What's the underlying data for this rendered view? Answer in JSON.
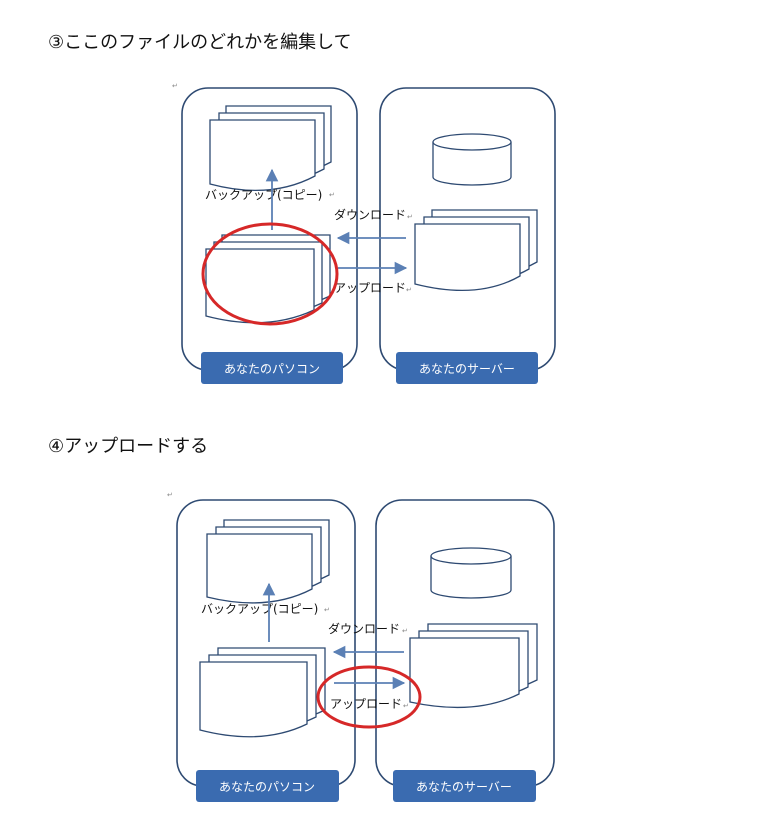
{
  "headings": {
    "step3": "③ここのファイルのどれかを編集して",
    "step4": "④アップロードする"
  },
  "diagram": {
    "pc_label": "あなたのパソコン",
    "server_label": "あなたのサーバー",
    "backup_label": "バックアップ(コピー)",
    "download_label": "ダウンロード",
    "upload_label": "アップロード",
    "para_mark": "↵",
    "colors": {
      "outline": "#2e4a72",
      "arrow": "#5b80b5",
      "button": "#3a6bb0",
      "highlight": "#d62828"
    }
  }
}
